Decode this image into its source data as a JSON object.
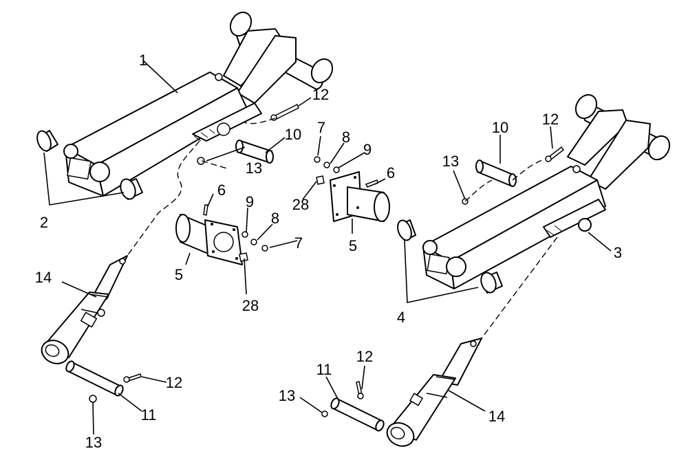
{
  "callouts": [
    {
      "id": "c1",
      "text": "1"
    },
    {
      "id": "c2",
      "text": "2"
    },
    {
      "id": "c3",
      "text": "3"
    },
    {
      "id": "c4",
      "text": "4"
    },
    {
      "id": "c5a",
      "text": "5"
    },
    {
      "id": "c5b",
      "text": "5"
    },
    {
      "id": "c6a",
      "text": "6"
    },
    {
      "id": "c6b",
      "text": "6"
    },
    {
      "id": "c7a",
      "text": "7"
    },
    {
      "id": "c7b",
      "text": "7"
    },
    {
      "id": "c8a",
      "text": "8"
    },
    {
      "id": "c8b",
      "text": "8"
    },
    {
      "id": "c9a",
      "text": "9"
    },
    {
      "id": "c9b",
      "text": "9"
    },
    {
      "id": "c10a",
      "text": "10"
    },
    {
      "id": "c10b",
      "text": "10"
    },
    {
      "id": "c11a",
      "text": "11"
    },
    {
      "id": "c11b",
      "text": "11"
    },
    {
      "id": "c12a",
      "text": "12"
    },
    {
      "id": "c12b",
      "text": "12"
    },
    {
      "id": "c12c",
      "text": "12"
    },
    {
      "id": "c12d",
      "text": "12"
    },
    {
      "id": "c13a",
      "text": "13"
    },
    {
      "id": "c13b",
      "text": "13"
    },
    {
      "id": "c13c",
      "text": "13"
    },
    {
      "id": "c13d",
      "text": "13"
    },
    {
      "id": "c14a",
      "text": "14"
    },
    {
      "id": "c14b",
      "text": "14"
    },
    {
      "id": "c28a",
      "text": "28"
    },
    {
      "id": "c28b",
      "text": "28"
    }
  ]
}
